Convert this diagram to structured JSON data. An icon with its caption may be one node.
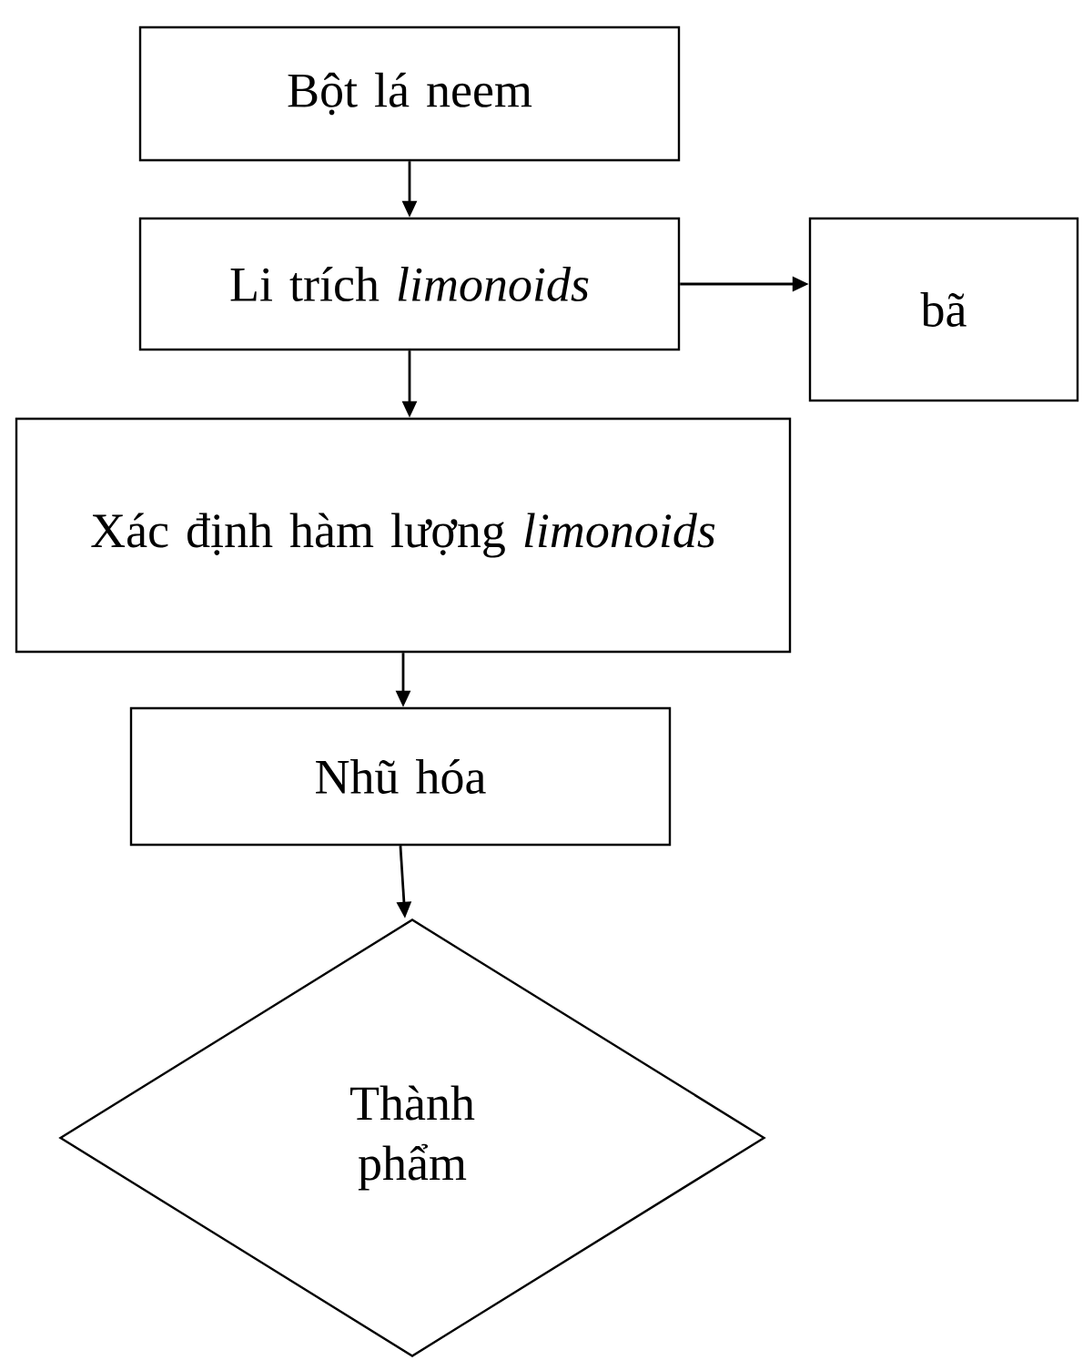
{
  "diagram": {
    "nodes": [
      {
        "text": [
          "Bột lá neem"
        ]
      },
      {
        "text": [
          "Li trích *limonoids*"
        ]
      },
      {
        "text": [
          "bã"
        ]
      },
      {
        "text": [
          "Xác định hàm lượng *limonoids*"
        ]
      },
      {
        "text": [
          "Nhũ hóa"
        ]
      },
      {
        "text": [
          "Thành phẩm"
        ]
      }
    ],
    "edges": [
      {
        "from": 0,
        "to": 1,
        "arrow": "to"
      },
      {
        "from": 1,
        "to": 2,
        "arrow": "to"
      },
      {
        "from": 1,
        "to": 3,
        "arrow": "to"
      },
      {
        "from": 3,
        "to": 4,
        "arrow": "to"
      },
      {
        "from": 4,
        "to": 5,
        "arrow": "to"
      }
    ]
  }
}
